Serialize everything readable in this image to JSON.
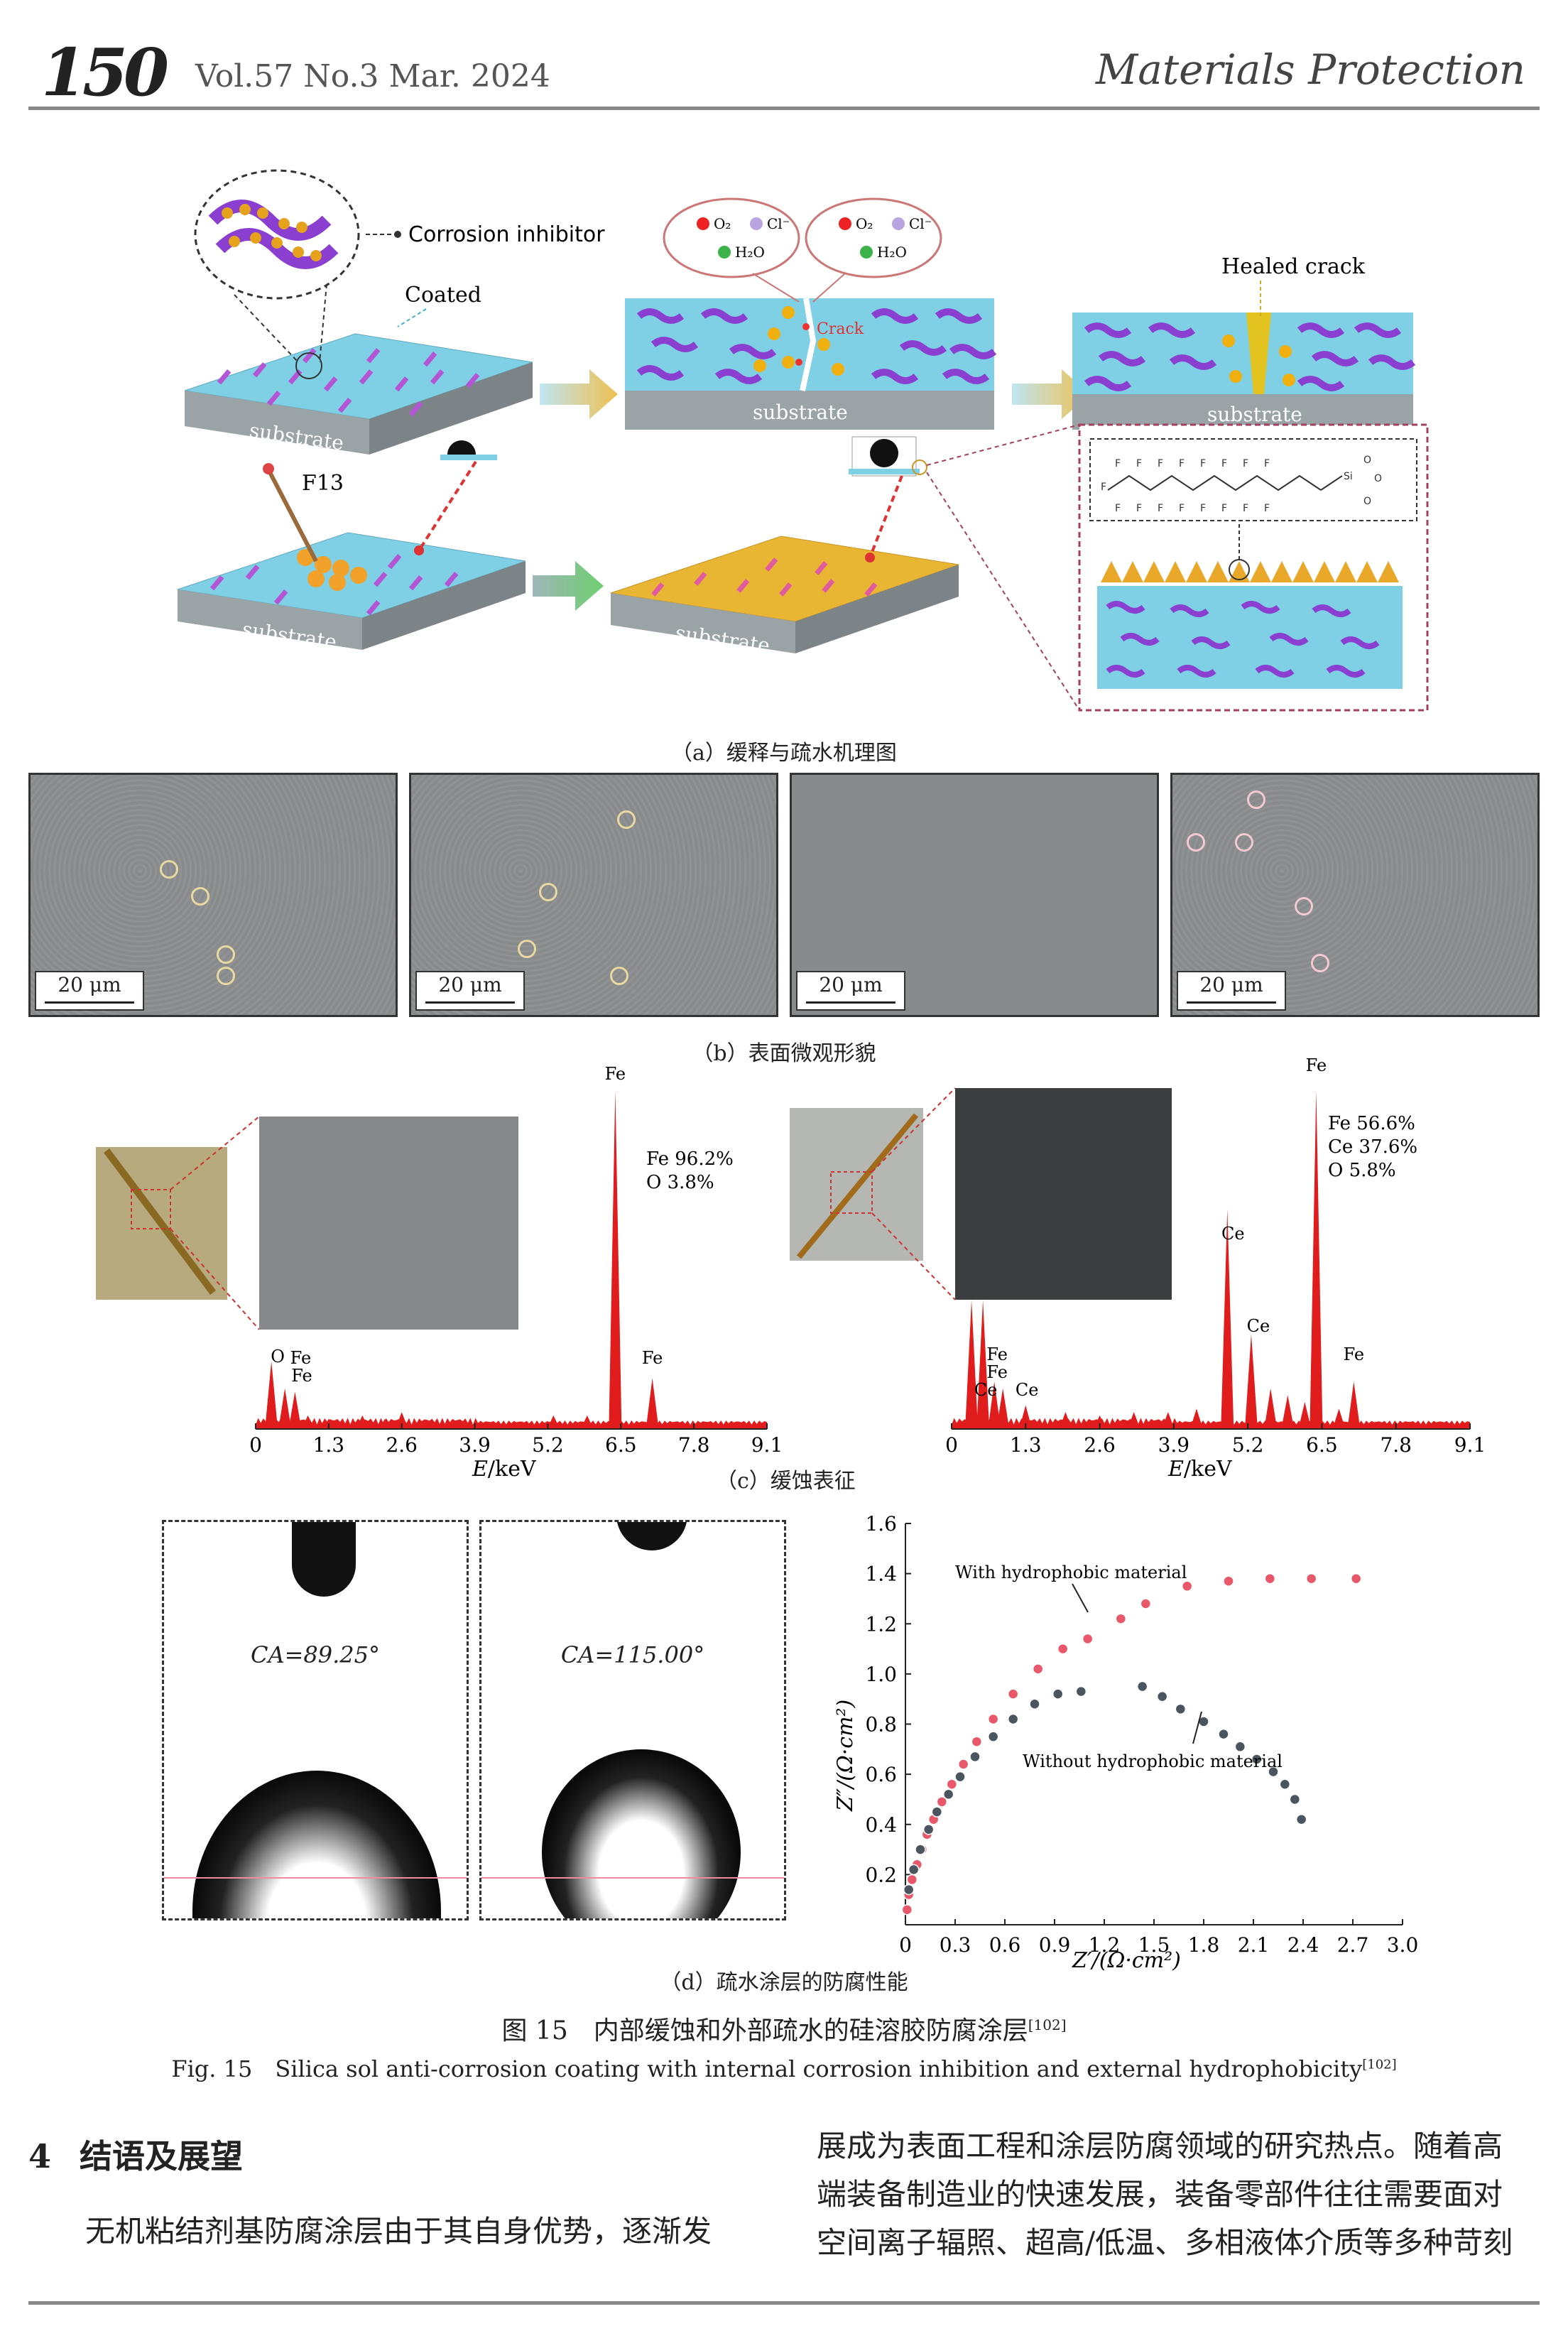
{
  "header": {
    "page_number": "150",
    "volume": "Vol.57  No.3  Mar. 2024",
    "journal": "Materials Protection"
  },
  "panel_a": {
    "caption": "（a）缓释与疏水机理图",
    "labels": {
      "corrosion_inhibitor": "Corrosion inhibitor",
      "coated": "Coated",
      "healed_crack": "Healed crack",
      "crack": "Crack",
      "substrate": "substrate",
      "f13": "F13",
      "o2": "O₂",
      "cl": "Cl⁻",
      "h2o": "H₂O"
    }
  },
  "panel_b": {
    "caption": "（b）表面微观形貌",
    "scale_bars": [
      "20 μm",
      "20 μm",
      "20 μm",
      "20 μm"
    ]
  },
  "panel_c": {
    "caption": "（c）缓蚀表征",
    "left": {
      "composition": [
        "Fe 96.2%",
        "O 3.8%"
      ],
      "peak_labels": [
        "Fe",
        "Fe",
        "O",
        "Fe",
        "Fe"
      ]
    },
    "right": {
      "composition": [
        "Fe 56.6%",
        "Ce 37.6%",
        "O 5.8%"
      ],
      "peak_labels": [
        "Fe",
        "Ce",
        "Ce",
        "Fe",
        "Fe",
        "Fe",
        "Ce",
        "Ce"
      ]
    },
    "x_ticks": [
      "0",
      "1.3",
      "2.6",
      "3.9",
      "5.2",
      "6.5",
      "7.8",
      "9.1"
    ],
    "xlabel_italic": "E",
    "xlabel_unit": "/keV"
  },
  "panel_d": {
    "caption": "（d）疏水涂层的防腐性能",
    "ca_left": "CA=89.25°",
    "ca_right": "CA=115.00°"
  },
  "chart_data": [
    {
      "type": "bar",
      "x": [
        0.28,
        0.52,
        0.7,
        0.93,
        1.3,
        1.9,
        2.3,
        2.6,
        3.3,
        4.1,
        4.6,
        5.3,
        5.9,
        6.4,
        7.06,
        8.0
      ],
      "values": [
        20,
        12,
        11,
        4,
        3,
        4,
        3,
        5,
        2,
        2,
        2,
        4,
        4,
        100,
        15,
        1
      ],
      "xlim": [
        0,
        9.1
      ],
      "peak_labels": [
        {
          "text": "O",
          "x": 0.52
        },
        {
          "text": "Fe",
          "x": 0.7
        },
        {
          "text": "Fe",
          "x": 0.72
        },
        {
          "text": "Fe",
          "x": 6.4
        },
        {
          "text": "Fe",
          "x": 7.06
        }
      ]
    },
    {
      "type": "bar",
      "x": [
        0.35,
        0.55,
        0.75,
        0.9,
        1.3,
        2.0,
        2.6,
        3.2,
        3.8,
        4.3,
        4.84,
        5.26,
        5.6,
        5.9,
        6.2,
        6.4,
        6.8,
        7.06,
        8.0
      ],
      "values": [
        38,
        38,
        14,
        12,
        7,
        5,
        4,
        5,
        5,
        6,
        65,
        28,
        12,
        10,
        8,
        100,
        6,
        14,
        2
      ],
      "xlim": [
        0,
        9.1
      ],
      "peak_labels": [
        {
          "text": "Fe",
          "x": 0.7
        },
        {
          "text": "Fe",
          "x": 0.7
        },
        {
          "text": "Ce",
          "x": 0.6
        },
        {
          "text": "Ce",
          "x": 0.95
        },
        {
          "text": "Ce",
          "x": 4.84
        },
        {
          "text": "Ce",
          "x": 5.26
        },
        {
          "text": "Fe",
          "x": 6.4
        },
        {
          "text": "Fe",
          "x": 7.06
        }
      ]
    },
    {
      "type": "scatter",
      "xlabel": "Z′/(Ω·cm²)",
      "ylabel": "Z″/(Ω·cm²)",
      "xlim": [
        0,
        3.0
      ],
      "ylim": [
        0,
        1.6
      ],
      "x_ticks": [
        "0",
        "0.3",
        "0.6",
        "0.9",
        "1.2",
        "1.5",
        "1.8",
        "2.1",
        "2.4",
        "2.7",
        "3.0"
      ],
      "y_ticks": [
        "0.2",
        "0.4",
        "0.6",
        "0.8",
        "1.0",
        "1.2",
        "1.4",
        "1.6"
      ],
      "series": [
        {
          "name": "With hydrophobic material",
          "color": "#e8586a",
          "points": [
            [
              0.01,
              0.06
            ],
            [
              0.02,
              0.12
            ],
            [
              0.04,
              0.18
            ],
            [
              0.07,
              0.24
            ],
            [
              0.1,
              0.3
            ],
            [
              0.13,
              0.36
            ],
            [
              0.17,
              0.42
            ],
            [
              0.22,
              0.49
            ],
            [
              0.28,
              0.56
            ],
            [
              0.35,
              0.64
            ],
            [
              0.43,
              0.73
            ],
            [
              0.53,
              0.82
            ],
            [
              0.65,
              0.92
            ],
            [
              0.8,
              1.02
            ],
            [
              0.95,
              1.1
            ],
            [
              1.1,
              1.14
            ],
            [
              1.3,
              1.22
            ],
            [
              1.45,
              1.28
            ],
            [
              1.7,
              1.35
            ],
            [
              1.95,
              1.37
            ],
            [
              2.2,
              1.38
            ],
            [
              2.45,
              1.38
            ],
            [
              2.72,
              1.38
            ]
          ]
        },
        {
          "name": "Without hydrophobic material",
          "color": "#4a5560",
          "points": [
            [
              0.02,
              0.14
            ],
            [
              0.05,
              0.22
            ],
            [
              0.09,
              0.3
            ],
            [
              0.14,
              0.38
            ],
            [
              0.19,
              0.45
            ],
            [
              0.26,
              0.52
            ],
            [
              0.33,
              0.59
            ],
            [
              0.42,
              0.67
            ],
            [
              0.53,
              0.75
            ],
            [
              0.65,
              0.82
            ],
            [
              0.78,
              0.88
            ],
            [
              0.92,
              0.92
            ],
            [
              1.06,
              0.93
            ],
            [
              1.43,
              0.95
            ],
            [
              1.55,
              0.91
            ],
            [
              1.66,
              0.86
            ],
            [
              1.8,
              0.81
            ],
            [
              1.92,
              0.76
            ],
            [
              2.02,
              0.71
            ],
            [
              2.12,
              0.66
            ],
            [
              2.22,
              0.61
            ],
            [
              2.29,
              0.56
            ],
            [
              2.35,
              0.5
            ],
            [
              2.39,
              0.42
            ]
          ]
        }
      ]
    }
  ],
  "figure_caption_cn": "图 15　内部缓蚀和外部疏水的硅溶胶防腐涂层",
  "figure_caption_cn_ref": "[102]",
  "figure_caption_en": "Fig. 15　Silica sol anti-corrosion coating with internal corrosion inhibition and external hydrophobicity",
  "figure_caption_en_ref": "[102]",
  "section": {
    "number": "4",
    "title": "结语及展望"
  },
  "body": {
    "col1": [
      "无机粘结剂基防腐涂层由于其自身优势，逐渐发"
    ],
    "col2": [
      "展成为表面工程和涂层防腐领域的研究热点。随着高",
      "端装备制造业的快速发展，装备零部件往往需要面对",
      "空间离子辐照、超高/低温、多相液体介质等多种苛刻"
    ]
  }
}
